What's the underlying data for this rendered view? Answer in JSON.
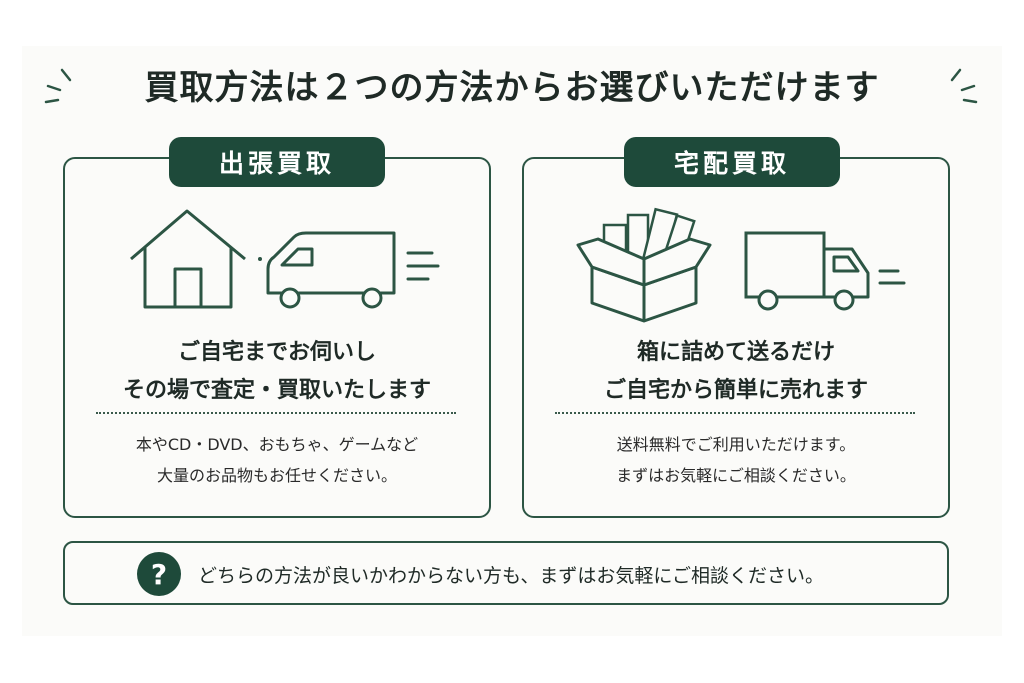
{
  "title": "買取方法は２つの方法からお選びいただけます",
  "cards": [
    {
      "label": "出張買取",
      "headline_lines": [
        "ご自宅までお伺いし",
        "その場で査定・買取いたします"
      ],
      "desc_lines": [
        "本やCD・DVD、おもちゃ、ゲームなど",
        "大量のお品物もお任せください。"
      ],
      "icons": [
        "house-icon",
        "van-icon"
      ]
    },
    {
      "label": "宅配買取",
      "headline_lines": [
        "箱に詰めて送るだけ",
        "ご自宅から簡単に売れます"
      ],
      "desc_lines": [
        "送料無料でご利用いただけます。",
        "まずはお気軽にご相談ください。"
      ],
      "icons": [
        "box-with-books-icon",
        "delivery-truck-icon"
      ]
    }
  ],
  "help": {
    "icon": "question-icon",
    "mark": "?",
    "text": "どちらの方法が良いかわからない方も、まずはお気軽にご相談ください。"
  },
  "colors": {
    "accent": "#1e4a3a",
    "border": "#2c5544",
    "background": "#fbfbf9"
  }
}
